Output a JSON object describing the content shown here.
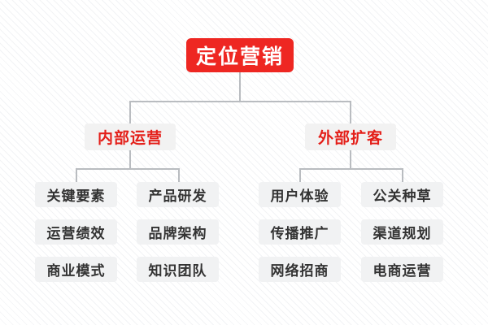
{
  "diagram": {
    "title": "定位营销",
    "root": {
      "label": "定位营销",
      "color": "#ee2722",
      "text_color": "#ffffff"
    },
    "branches": [
      {
        "label": "内部运营",
        "color": "#f2f2f2",
        "text_color": "#e41f19",
        "children": [
          {
            "label": "关键要素"
          },
          {
            "label": "产品研发"
          },
          {
            "label": "运营绩效"
          },
          {
            "label": "品牌架构"
          },
          {
            "label": "商业模式"
          },
          {
            "label": "知识团队"
          }
        ]
      },
      {
        "label": "外部扩客",
        "color": "#f2f2f2",
        "text_color": "#e41f19",
        "children": [
          {
            "label": "用户体验"
          },
          {
            "label": "公关种草"
          },
          {
            "label": "传播推广"
          },
          {
            "label": "渠道规划"
          },
          {
            "label": "网络招商"
          },
          {
            "label": "电商运营"
          }
        ]
      }
    ],
    "connector_color": "#b9bcc0",
    "leaf_color": "#f1f2f3",
    "leaf_text_color": "#333333",
    "background_color": "#ffffff",
    "background_stripe_color": "#f2f3f5"
  }
}
